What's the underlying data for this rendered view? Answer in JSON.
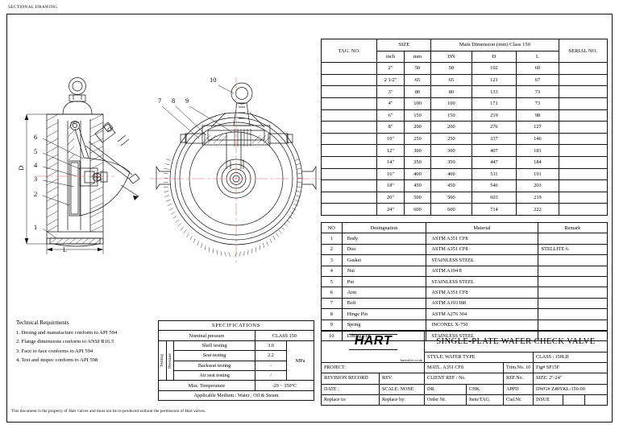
{
  "header": {
    "label": "SECTIONAL DRAWING"
  },
  "footer": {
    "note": "This document is the property of Hart valves and must not be re-produced without the permission of Hart valves."
  },
  "drawing": {
    "section_view_label_D": "D",
    "section_view_label_L": "L",
    "callouts_left": [
      "6",
      "5",
      "4",
      "3",
      "2",
      "1"
    ],
    "callouts_right": [
      "7",
      "8",
      "9",
      "10"
    ]
  },
  "dimension_table": {
    "headers": {
      "tag_no": "TAG. NO.",
      "size": "SIZE",
      "main_dimension": "Main Dimension (mm)  Class 150",
      "serial_no": "SERIAL NO.",
      "inch": "inch",
      "mm": "mm",
      "dn": "DN",
      "d": "D",
      "l": "L"
    },
    "rows": [
      {
        "inch": "2\"",
        "mm": "50",
        "dn": "50",
        "d": "102",
        "l": "60"
      },
      {
        "inch": "2 1/2\"",
        "mm": "65",
        "dn": "65",
        "d": "121",
        "l": "67"
      },
      {
        "inch": "3\"",
        "mm": "80",
        "dn": "80",
        "d": "133",
        "l": "73"
      },
      {
        "inch": "4\"",
        "mm": "100",
        "dn": "100",
        "d": "171",
        "l": "73"
      },
      {
        "inch": "6\"",
        "mm": "150",
        "dn": "150",
        "d": "219",
        "l": "98"
      },
      {
        "inch": "8\"",
        "mm": "200",
        "dn": "200",
        "d": "276",
        "l": "127"
      },
      {
        "inch": "10\"",
        "mm": "250",
        "dn": "250",
        "d": "337",
        "l": "146"
      },
      {
        "inch": "12\"",
        "mm": "300",
        "dn": "300",
        "d": "407",
        "l": "181"
      },
      {
        "inch": "14\"",
        "mm": "350",
        "dn": "350",
        "d": "447",
        "l": "184"
      },
      {
        "inch": "16\"",
        "mm": "400",
        "dn": "400",
        "d": "511",
        "l": "191"
      },
      {
        "inch": "18\"",
        "mm": "450",
        "dn": "450",
        "d": "546",
        "l": "203"
      },
      {
        "inch": "20\"",
        "mm": "500",
        "dn": "500",
        "d": "603",
        "l": "219"
      },
      {
        "inch": "24\"",
        "mm": "600",
        "dn": "600",
        "d": "714",
        "l": "222"
      }
    ]
  },
  "bom_table": {
    "headers": {
      "no": "NO",
      "designation": "Desingnation",
      "material": "Material",
      "remark": "Remark"
    },
    "rows": [
      {
        "no": "1",
        "designation": "Body",
        "material": "ASTM A351 CF8",
        "remark": ""
      },
      {
        "no": "2",
        "designation": "Disc",
        "material": "ASTM A351 CF8",
        "remark": "STELLITE 6."
      },
      {
        "no": "3",
        "designation": "Gasket",
        "material": "STAINLESS STEEL",
        "remark": ""
      },
      {
        "no": "4",
        "designation": "Nut",
        "material": "ASTM A194 8",
        "remark": ""
      },
      {
        "no": "5",
        "designation": "Pin",
        "material": "STAINLESS STEEL",
        "remark": ""
      },
      {
        "no": "6",
        "designation": "Arm",
        "material": "ASTM A351 CF8",
        "remark": ""
      },
      {
        "no": "7",
        "designation": "Bolt",
        "material": "ASTM A193 I88",
        "remark": ""
      },
      {
        "no": "8",
        "designation": "Hinge Pin",
        "material": "ASTM A276 304",
        "remark": ""
      },
      {
        "no": "9",
        "designation": "Spring",
        "material": "INCONEL X-750",
        "remark": ""
      },
      {
        "no": "10",
        "designation": "Lifting Eye",
        "material": "STAINLESS STEEL",
        "remark": ""
      }
    ]
  },
  "technical_requirements": {
    "title": "Technical Requirments",
    "items": [
      "1. Desing and manufacture conform to API 594",
      "2. Flange dimensions conform to ANSI B16.5",
      "3. Face to face conforms to API 594",
      "4. Test and inspec conform to API 598"
    ]
  },
  "specifications": {
    "title": "SPECIFICATIONS",
    "nominal_pressure_label": "Nominal pressure",
    "nominal_pressure_value": "CLASS 150",
    "testing_label": "Testing",
    "pressure_label": "Pressure",
    "rows": [
      {
        "label": "Shell testing",
        "value": "3.0"
      },
      {
        "label": "Seat testing",
        "value": "2.2"
      },
      {
        "label": "Backseat testing",
        "value": "-"
      },
      {
        "label": "Air seat testing",
        "value": "/"
      }
    ],
    "unit": "MPa",
    "max_temperature_label": "Max. Temperature",
    "max_temperature_value": "-29 ~ 350°C",
    "applicable_medium": "Applicable Medium : Water , Oil & Steam"
  },
  "title_block": {
    "logo_text": "HART",
    "logo_url": "hartvalves.co.uk",
    "product_title": "SINGLE-PLATE WAFER CHECK VALVE",
    "style": "STYLE: WAFER TYPE",
    "class": "CLASS :  150LB",
    "project": "PROJECT:",
    "matl": "MATL.  A351 CF8",
    "trim_no": "Trim.No. 10",
    "fig_no": "Fig# SP15F",
    "revision_record": "REVISION RECORD",
    "rev": "REV.",
    "client_ref": "CLIENT REF : No.",
    "ref_no": "REF.No.",
    "size": "SIZE: 2\"-24\"",
    "date": "DATE   ;",
    "scale": "SCALE: NONE",
    "dr": "DR.",
    "chk": "CHK.",
    "appd": "APPD",
    "dwg_no": "DWG# Z40YKL-150-00",
    "replace_to": "Replace to:",
    "replace_by": "Replace by:",
    "order_nr": "Order Nr.",
    "item_tag": "Item/TAG.",
    "cial_nr": "Cial.Nr.",
    "issue": "ISSUE"
  }
}
